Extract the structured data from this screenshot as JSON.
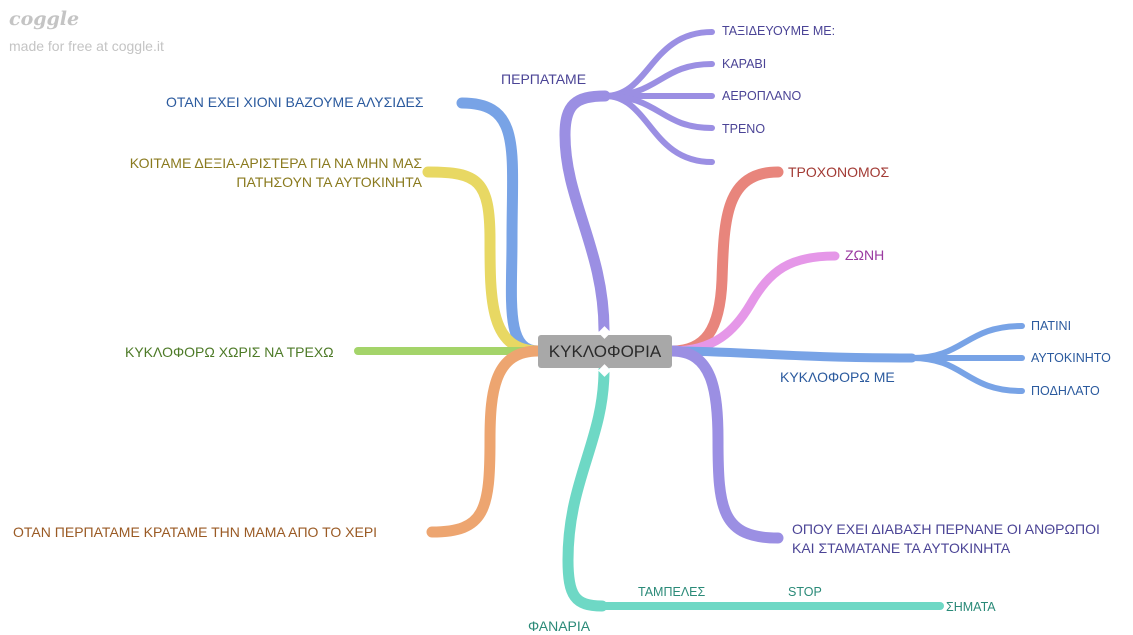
{
  "logo": "coggle",
  "made_for": "made for free at coggle.it",
  "central": "ΚΥΚΛΟΦΟΡΙΑ",
  "colors": {
    "purple": "#9b8fe3",
    "blue": "#78a3e6",
    "yellow": "#e8d863",
    "green": "#a4d46a",
    "orange": "#eda570",
    "teal": "#6ed8c5",
    "red": "#e8857c",
    "pink": "#e597e8",
    "central_bg": "#a8a8a8"
  },
  "branches": {
    "walked": {
      "label": "ΠΕΡΠΑΤΑΜΕ",
      "children": [
        "ΤΑΞΙΔΕΥΟΥΜΕ ΜΕ:",
        "ΚΑΡΑΒΙ",
        "ΑΕΡΟΠΛΑΝΟ",
        "ΤΡΕΝΟ"
      ]
    },
    "snow": {
      "label": "ΟΤΑΝ ΕΧΕΙ ΧΙΟΝΙ ΒΑΖΟΥΜΕ ΑΛΥΣΙΔΕΣ"
    },
    "look": {
      "line1": "ΚΟΙΤΑΜΕ ΔΕΞΙΑ-ΑΡΙΣΤΕΡΑ ΓΙΑ ΝΑ ΜΗΝ ΜΑΣ",
      "line2": "ΠΑΤΗΣΟΥΝ ΤΑ ΑΥΤΟΚΙΝΗΤΑ"
    },
    "move": {
      "label": "ΚΥΚΛΟΦΟΡΩ ΧΩΡΙΣ ΝΑ ΤΡΕΧΩ"
    },
    "hand": {
      "label": "ΟΤΑΝ ΠΕΡΠΑΤΑΜΕ ΚΡΑΤΑΜΕ ΤΗΝ ΜΑΜΑ ΑΠΟ ΤΟ ΧΕΡΙ"
    },
    "police": {
      "label": "ΤΡΟΧΟΝΟΜΟΣ"
    },
    "belt": {
      "label": "ΖΩΝΗ"
    },
    "vehicles": {
      "label": "ΚΥΚΛΟΦΟΡΩ ΜΕ",
      "children": [
        "ΠΑΤΙΝΙ",
        "ΑΥΤΟΚΙΝΗΤΟ",
        "ΠΟΔΗΛΑΤΟ"
      ]
    },
    "crossing": {
      "line1": "ΟΠΟΥ ΕΧΕΙ ΔΙΑΒΑΣΗ ΠΕΡΝΑΝΕ ΟΙ ΑΝΘΡΩΠΟΙ",
      "line2": "ΚΑΙ ΣΤΑΜΑΤΑΝΕ ΤΑ ΑΥΤΟΚΙΝΗΤΑ"
    },
    "lights": {
      "label": "ΦΑΝΑΡΙΑ",
      "chain": [
        "ΤΑΜΠΕΛΕΣ",
        "STOP",
        "ΣΗΜΑΤΑ"
      ]
    }
  }
}
